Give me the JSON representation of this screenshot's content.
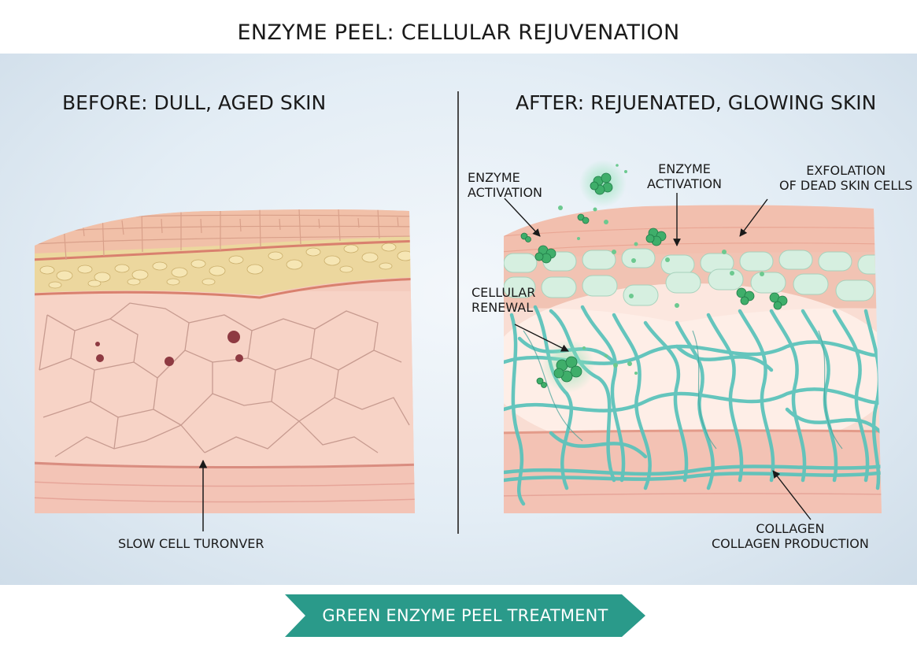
{
  "title": "ENZYME PEEL: CELLULAR REJUVENATION",
  "before": {
    "heading": "BEFORE: DULL, AGED SKIN",
    "label": "SLOW CELL TURONVER"
  },
  "after": {
    "heading": "AFTER: REJUENATED, GLOWING SKIN",
    "labels": {
      "enzyme_activation_left": [
        "ENZYME",
        "ACTIVATION"
      ],
      "enzyme_activation_center": [
        "ENZYME",
        "ACTIVATION"
      ],
      "exfoliation": [
        "EXFOLATION",
        "OF DEAD SKIN CELLS"
      ],
      "cellular_renewal": [
        "CELLULAR",
        "RENEWAL"
      ],
      "collagen": [
        "COLLAGEN",
        "COLLAGEN PRODUCTION"
      ]
    }
  },
  "banner": "GREEN ENZYME PEEL TREATMENT",
  "colors": {
    "skin_pink": "#f2c2b4",
    "dermis_pink": "#f7d3c8",
    "fat_yellow": "#efdba0",
    "collagen_teal": "#5cc3bb",
    "cell_mint": "#d6efe0",
    "enzyme_green": "#3fae6a",
    "banner_teal": "#2a9a8a"
  }
}
